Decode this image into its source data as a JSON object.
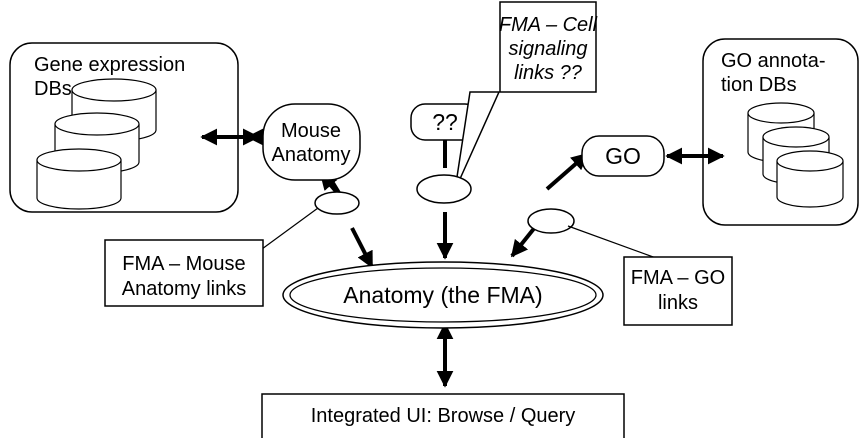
{
  "nodes": {
    "gene_db": {
      "line1": "Gene expression",
      "line2": "DBs"
    },
    "mouse_anatomy": {
      "line1": "Mouse",
      "line2": "Anatomy"
    },
    "unknown": {
      "label": "??"
    },
    "cell_signaling": {
      "line1": "FMA – Cell",
      "line2": "signaling",
      "line3": "links ??"
    },
    "go_db": {
      "line1": "GO annota-",
      "line2": "tion DBs"
    },
    "go": {
      "label": "GO"
    },
    "fma_mouse_links": {
      "line1": "FMA – Mouse",
      "line2": "Anatomy links"
    },
    "fma_go_links": {
      "line1": "FMA – GO",
      "line2": "links"
    },
    "fma": {
      "label": "Anatomy (the FMA)"
    },
    "ui": {
      "label": "Integrated UI: Browse / Query"
    }
  },
  "colors": {
    "stroke": "#000000",
    "fill": "#ffffff"
  }
}
